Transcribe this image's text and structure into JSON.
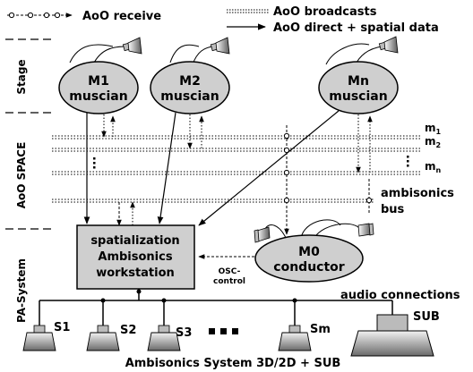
{
  "legend": {
    "receive": "AoO receive",
    "broadcasts": "AoO broadcasts",
    "direct": "AoO direct + spatial data"
  },
  "sections": {
    "stage": "Stage",
    "space": "AoO SPACE",
    "pa": "PA-System"
  },
  "musicians": [
    {
      "id": "M1",
      "role": "muscian"
    },
    {
      "id": "M2",
      "role": "muscian"
    },
    {
      "id": "Mn",
      "role": "muscian"
    }
  ],
  "conductor": {
    "id": "M0",
    "role": "conductor"
  },
  "bus": {
    "m1": "m1",
    "m2": "m2",
    "mn": "mn",
    "ambisonics_line1": "ambisonics",
    "ambisonics_line2": "bus"
  },
  "workstation": {
    "line1": "spatialization",
    "line2": "Ambisonics",
    "line3": "workstation"
  },
  "osc": {
    "line1": "OSC-",
    "line2": "control"
  },
  "audio_connections": "audio connections",
  "speakers": [
    "S1",
    "S2",
    "S3",
    "Sm",
    "SUB"
  ],
  "system_caption": "Ambisonics System 3D/2D + SUB",
  "colors": {
    "node_fill": "#cfcfcf",
    "stroke": "#000000"
  }
}
